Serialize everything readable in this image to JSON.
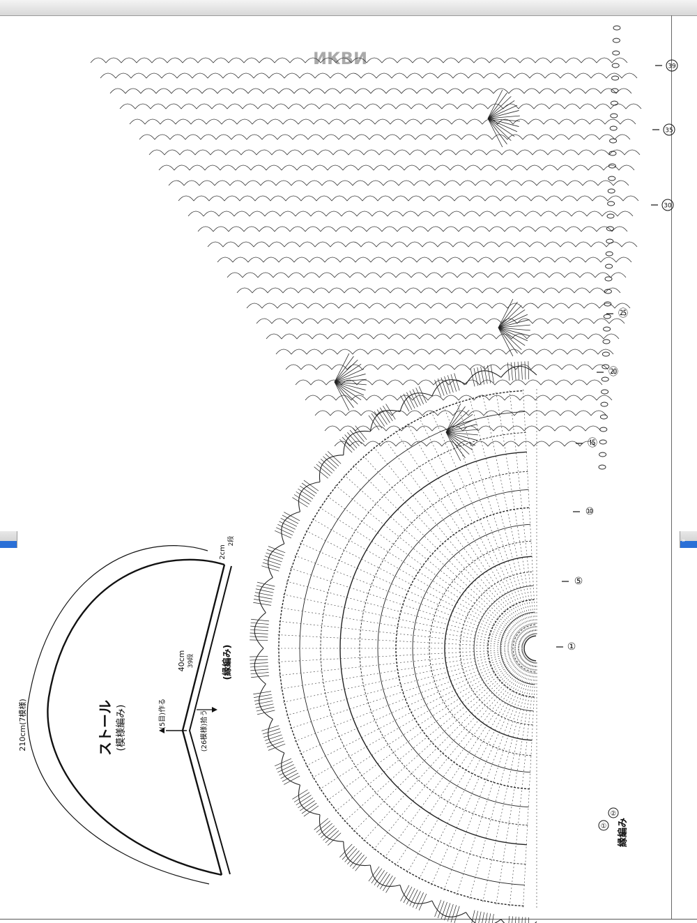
{
  "watermark": "ИКВИ",
  "schematic": {
    "title": "ストール",
    "subtitle": "(模様編み)",
    "width_label": "210cm(7模様)",
    "cast_on_label": "(5目)作る",
    "pickup_label": "(26模様)拾う",
    "height_label": "40cm",
    "height_rows": "39段",
    "border_label": "2cm",
    "border_rows": "2段",
    "border_name": "(縁編み)"
  },
  "chart": {
    "row_markers": [
      "①",
      "⑤",
      "⑩",
      "⑮",
      "⑳",
      "㉕",
      "30",
      "35",
      "39"
    ],
    "edge_markers": [
      "①",
      "②"
    ],
    "edge_label": "縁編み"
  },
  "browser": {
    "tab_chevron": "»"
  },
  "colors": {
    "ink": "#111111",
    "paper": "#ffffff",
    "chrome_blue": "#2a6fd6"
  }
}
